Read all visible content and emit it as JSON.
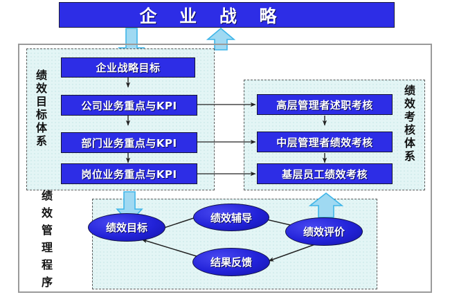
{
  "title": "企业战略",
  "colors": {
    "node_blue": "#2d2de6",
    "arrow_fill": "#9fd9f2",
    "arrow_stroke": "#3fb5e8",
    "panel_bg": "#e3f5f5",
    "frame": "#9a9a9a",
    "text_white": "#ffffff"
  },
  "banner": {
    "label": "企 业 战 略"
  },
  "arrows": {
    "strategy_down": "down-block-arrow",
    "strategy_up": "up-block-arrow",
    "process_down": "down-block-arrow",
    "process_up": "up-block-arrow"
  },
  "goal_system": {
    "vertical_label": "绩效目标体系",
    "nodes": [
      {
        "label": "企业战略目标"
      },
      {
        "label": "公司业务重点与KPI"
      },
      {
        "label": "部门业务重点与KPI"
      },
      {
        "label": "岗位业务重点与KPI"
      }
    ]
  },
  "assessment_system": {
    "vertical_label": "绩效考核体系",
    "nodes": [
      {
        "label": "高层管理者述职考核"
      },
      {
        "label": "中层管理者绩效考核"
      },
      {
        "label": "基层员工绩效考核"
      }
    ]
  },
  "management_process": {
    "vertical_label": "绩效管理程序",
    "nodes": [
      {
        "label": "绩效目标"
      },
      {
        "label": "绩效辅导"
      },
      {
        "label": "绩效评价"
      },
      {
        "label": "结果反馈"
      }
    ]
  }
}
